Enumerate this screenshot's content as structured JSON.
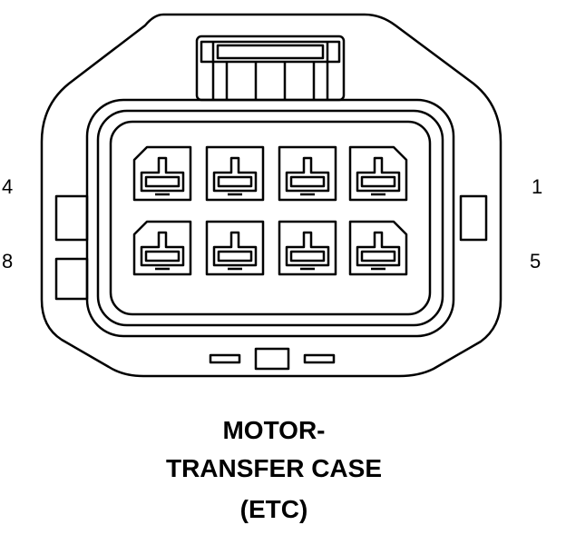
{
  "connector": {
    "pin_labels": {
      "top_left": "4",
      "bottom_left": "8",
      "top_right": "1",
      "bottom_right": "5"
    },
    "caption": {
      "line1": "MOTOR-",
      "line2": "TRANSFER CASE",
      "line3": "(ETC)"
    },
    "colors": {
      "stroke": "#000000",
      "background": "#ffffff"
    }
  }
}
